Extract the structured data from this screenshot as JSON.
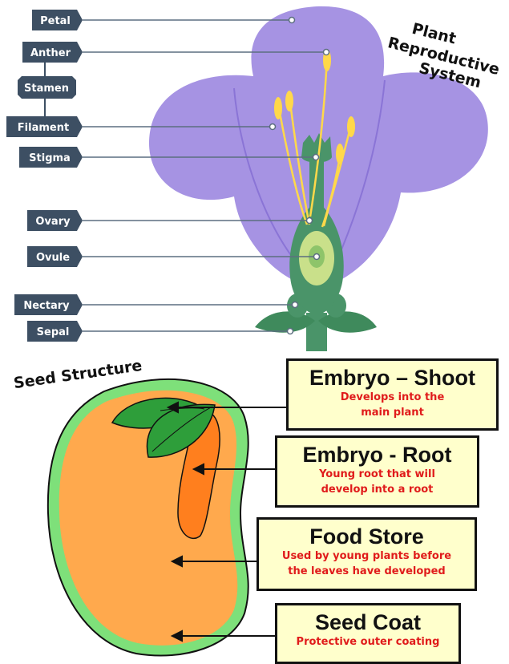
{
  "flower": {
    "title_lines": [
      "Plant",
      "Reproductive",
      "System"
    ],
    "labels": [
      "Petal",
      "Anther",
      "Stamen",
      "Filament",
      "Stigma",
      "Ovary",
      "Ovule",
      "Nectary",
      "Sepal"
    ],
    "colors": {
      "label_bg": "#3d4f63",
      "petal": "#a693e3",
      "pistil": "#4a9469",
      "sepal": "#3f8a5c",
      "ovule": "#c9e08a",
      "anther": "#ffd84a"
    }
  },
  "seed": {
    "title": "Seed Structure",
    "boxes": [
      {
        "heading": "Embryo – Shoot",
        "lines": [
          "Develops into the",
          "main plant"
        ]
      },
      {
        "heading": "Embryo - Root",
        "lines": [
          "Young root that will",
          "develop into a root"
        ]
      },
      {
        "heading": "Food Store",
        "lines": [
          "Used by young plants before",
          "the leaves have developed"
        ]
      },
      {
        "heading": "Seed Coat",
        "lines": [
          "Protective outer coating"
        ]
      }
    ],
    "colors": {
      "coat": "#7ee07a",
      "food": "#ffa94d",
      "root": "#ff7f1e",
      "shoot": "#2e9e3a",
      "box_bg": "#ffffcc",
      "desc_text": "#e01b1b"
    }
  }
}
